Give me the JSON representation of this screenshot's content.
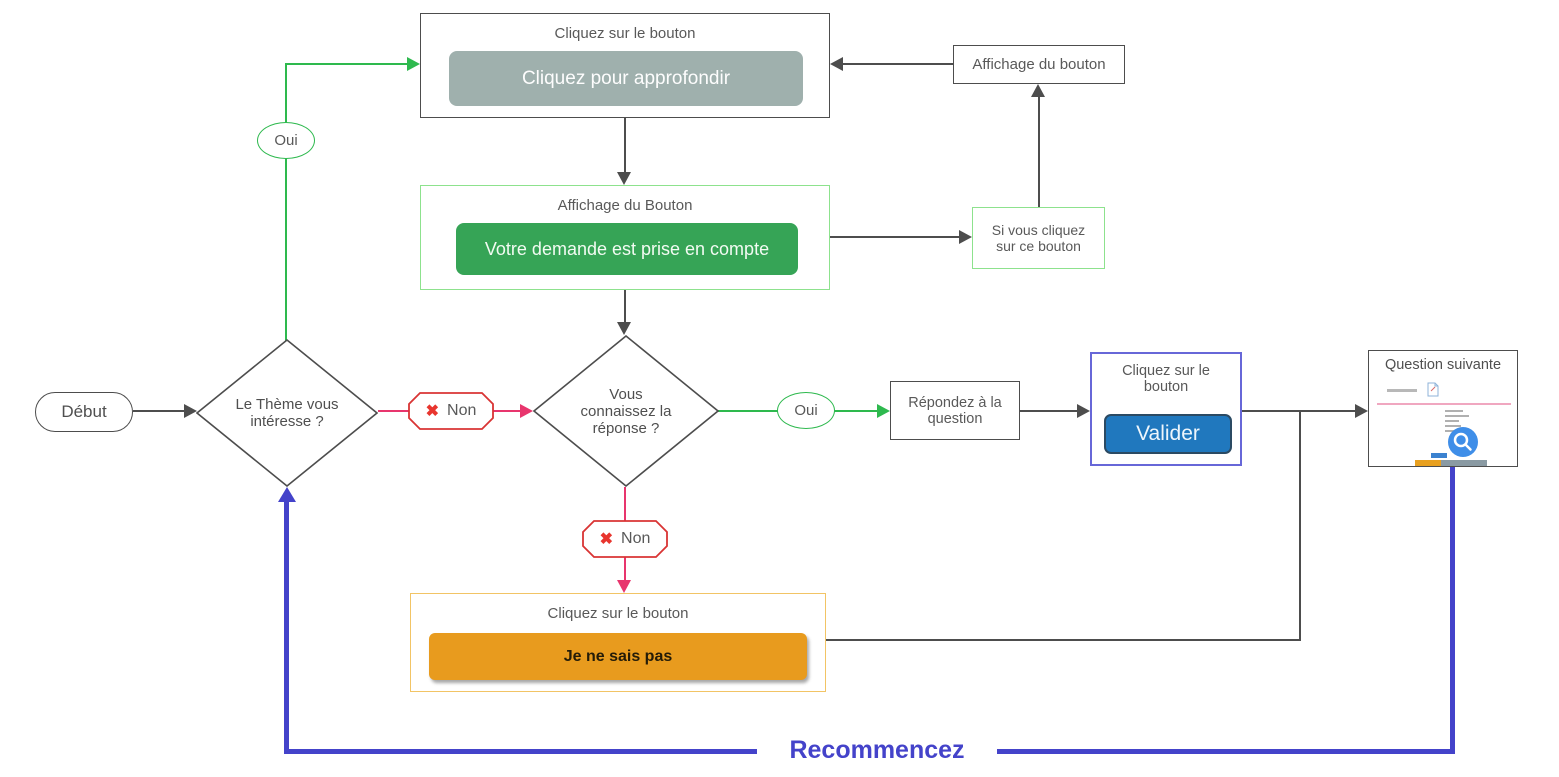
{
  "colors": {
    "line_black": "#4d4d4d",
    "line_green": "#2eb94e",
    "line_pink": "#e8356d",
    "line_blue": "#4443ca",
    "button_gray": "#9fb0ad",
    "button_green": "#36a456",
    "button_blue": "#2078be",
    "button_orange": "#e89b1e",
    "border_green_light": "#8de28d",
    "border_blue_box": "#6767d8",
    "border_orange_light": "#f2c465",
    "badge_red": "#d93434"
  },
  "nodes": {
    "start": {
      "label": "Début"
    },
    "decision_theme": {
      "label": "Le Thème vous\nintéresse ?"
    },
    "approfondir_box": {
      "header": "Cliquez sur le bouton",
      "button_label": "Cliquez pour approfondir"
    },
    "affichage_bouton_box": {
      "label": "Affichage du bouton"
    },
    "demande_box": {
      "header": "Affichage du Bouton",
      "button_label": "Votre demande est prise en compte"
    },
    "si_vous_cliquez_box": {
      "label": "Si vous cliquez\nsur ce bouton"
    },
    "decision_reponse": {
      "label": "Vous\nconnaissez la\nréponse ?"
    },
    "repondez_box": {
      "label": "Répondez à la\nquestion"
    },
    "valider_box": {
      "header": "Cliquez sur le\nbouton",
      "button_label": "Valider"
    },
    "question_suivante_box": {
      "title": "Question suivante"
    },
    "je_ne_sais_pas_box": {
      "header": "Cliquez sur le bouton",
      "button_label": "Je ne sais pas"
    }
  },
  "edge_labels": {
    "oui_theme": "Oui",
    "non_theme": "Non",
    "oui_reponse": "Oui",
    "non_reponse": "Non",
    "x_mark": "✖",
    "recommencez": "Recommencez"
  }
}
